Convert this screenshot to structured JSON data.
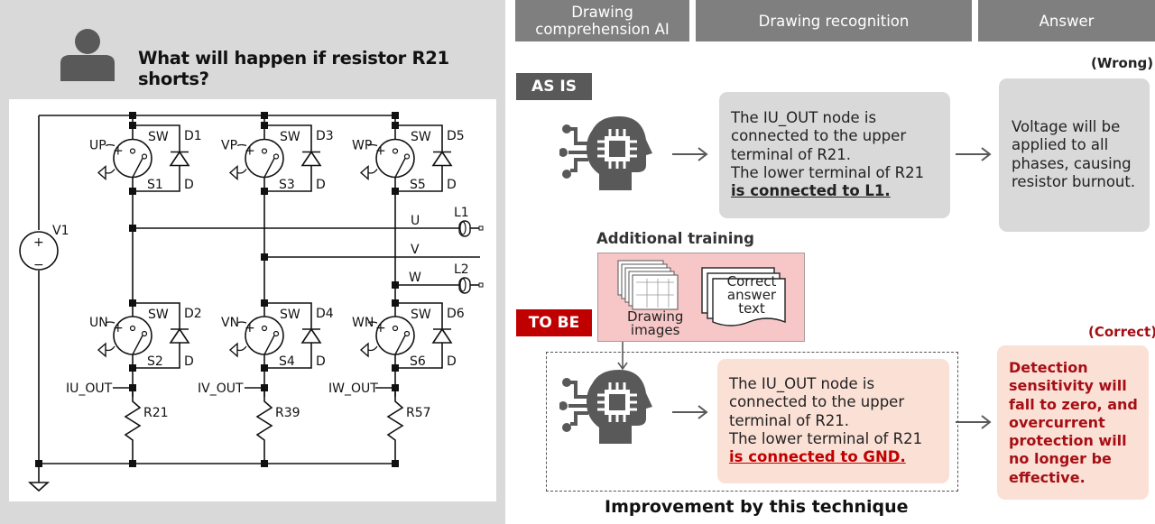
{
  "question": {
    "text": "What will happen if resistor R21 shorts?",
    "icon": "user-icon"
  },
  "schematic": {
    "source": {
      "label": "V1",
      "plus": "+",
      "minus": "−"
    },
    "switch_label": "SW",
    "diode_label": "D",
    "switches": [
      {
        "gate": "UP",
        "name": "S1",
        "diode": "D1"
      },
      {
        "gate": "VP",
        "name": "S3",
        "diode": "D3"
      },
      {
        "gate": "WP",
        "name": "S5",
        "diode": "D5"
      },
      {
        "gate": "UN",
        "name": "S2",
        "diode": "D2"
      },
      {
        "gate": "VN",
        "name": "S4",
        "diode": "D4"
      },
      {
        "gate": "WN",
        "name": "S6",
        "diode": "D6"
      }
    ],
    "phases": [
      "U",
      "V",
      "W"
    ],
    "inductors": [
      "L1",
      "L2"
    ],
    "outputs": [
      "IU_OUT",
      "IV_OUT",
      "IW_OUT"
    ],
    "resistors": [
      "R21",
      "R39",
      "R57"
    ]
  },
  "headers": {
    "ai": "Drawing comprehension AI",
    "recognition": "Drawing recognition",
    "answer": "Answer"
  },
  "as_is": {
    "tag": "AS IS",
    "result_label": "(Wrong)",
    "recognition_lines": [
      "The IU_OUT node is",
      "connected to the upper",
      "terminal of R21.",
      "The lower terminal of R21"
    ],
    "recognition_emphasis": "is connected to L1.",
    "answer_lines": [
      "Voltage will be",
      "applied to all",
      "phases, causing",
      "resistor burnout."
    ]
  },
  "training": {
    "title": "Additional training",
    "drawing_images": [
      "Drawing",
      "images"
    ],
    "answer_text": [
      "Correct",
      "answer",
      "text"
    ]
  },
  "to_be": {
    "tag": "TO BE",
    "result_label": "(Correct)",
    "recognition_lines": [
      "The IU_OUT node is",
      "connected to the upper",
      "terminal of R21.",
      "The lower terminal of R21"
    ],
    "recognition_emphasis": "is connected to GND.",
    "answer_lines": [
      "Detection",
      "sensitivity will",
      "fall to zero, and",
      "overcurrent",
      "protection will",
      "no longer be",
      "effective."
    ]
  },
  "footer": "Improvement by this technique",
  "colors": {
    "header_gray": "#7f7f7f",
    "as_is_tag": "#595959",
    "to_be_tag": "#c00000",
    "correct_red": "#a50f15",
    "gray_box": "#d9d9d9",
    "pink_box": "#fbe0d6",
    "training_pink": "#f7c6c7"
  }
}
